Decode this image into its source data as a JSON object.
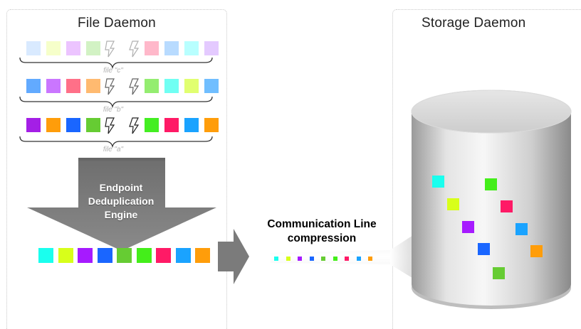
{
  "panels": {
    "file_daemon_title": "File Daemon",
    "storage_daemon_title": "Storage Daemon"
  },
  "files": [
    {
      "label": "file \"c\"",
      "opacity": 0.35
    },
    {
      "label": "file \"b\"",
      "opacity": 0.7
    },
    {
      "label": "file \"a\"",
      "opacity": 1.0
    }
  ],
  "file_rows": [
    {
      "left": [
        "#93c4ff",
        "#e6ff66",
        "#c855ff",
        "#7ed957"
      ],
      "right": [
        "#ff3366",
        "#3399ff",
        "#33ffff",
        "#b266ff"
      ]
    },
    {
      "left": [
        "#1f86ff",
        "#b33cff",
        "#ff3355",
        "#ff9d33"
      ],
      "right": [
        "#66e633",
        "#33ffee",
        "#d4ff33",
        "#33a3ff"
      ]
    },
    {
      "left": [
        "#a41fe6",
        "#ff9d0a",
        "#1a66ff",
        "#66cc33"
      ],
      "right": [
        "#44ee22",
        "#ff1a66",
        "#1aa3ff",
        "#ff9d0a"
      ]
    }
  ],
  "engine": {
    "line1": "Endpoint",
    "line2": "Deduplication",
    "line3": "Engine"
  },
  "output_chunks": [
    "#1affee",
    "#d8ff1a",
    "#a61aff",
    "#1a66ff",
    "#66cc33",
    "#44ee1a",
    "#ff1a66",
    "#1aa3ff",
    "#ff9d0a"
  ],
  "communication": {
    "line1": "Communication Line",
    "line2": "compression"
  },
  "stored_chunks": [
    "#1affee",
    "#44ee1a",
    "#d8ff1a",
    "#ff1a66",
    "#a61aff",
    "#1aa3ff",
    "#1a66ff",
    "#ff9d0a",
    "#66cc33"
  ],
  "colors": {
    "arrow": "#7b7b7b",
    "panel_border": "#c8c8c8",
    "cylinder_light": "#f2f2f2",
    "cylinder_dark": "#8e8e8e"
  }
}
